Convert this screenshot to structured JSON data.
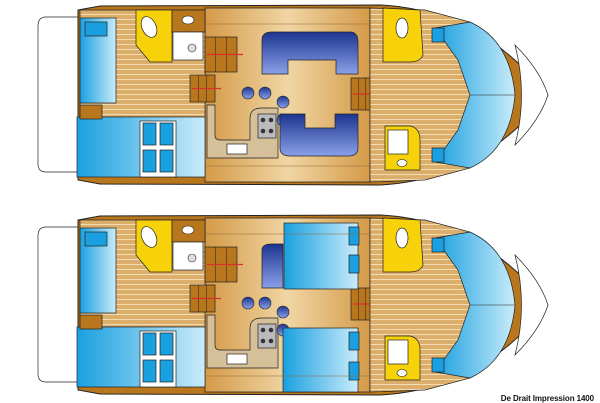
{
  "caption": "De Drait Impression 1400",
  "colors": {
    "wood": "#d9a050",
    "wood_light": "#e8c48a",
    "wood_dark": "#b8771c",
    "bed_blue": "#1aa0e0",
    "bed_light": "#bfe6f7",
    "cushion_blue": "#1f3c9c",
    "head_yellow": "#f7d20a",
    "galley_tan": "#d6c09a",
    "step_red": "#d8302a",
    "outline": "#222222"
  },
  "plans": [
    {
      "variant": "dinette-saloon"
    },
    {
      "variant": "double-cabin-saloon"
    }
  ]
}
